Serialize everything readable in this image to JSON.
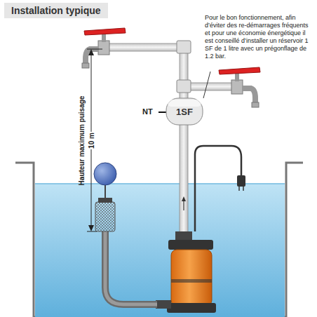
{
  "diagram": {
    "title": "Installation typique",
    "nodes": [
      {
        "text": [
          "1SF"
        ]
      }
    ],
    "labels": [
      "Pour le bon fonctionnement, afin d’éviter des re-démarrages fréquents et pour une économie énergétique il est conseillé d’installer un réservoir 1 SF de 1 litre avec un prégonflage de 1.2 bar.",
      "Hauteur maximum puisage",
      "10 m",
      "NT"
    ]
  }
}
